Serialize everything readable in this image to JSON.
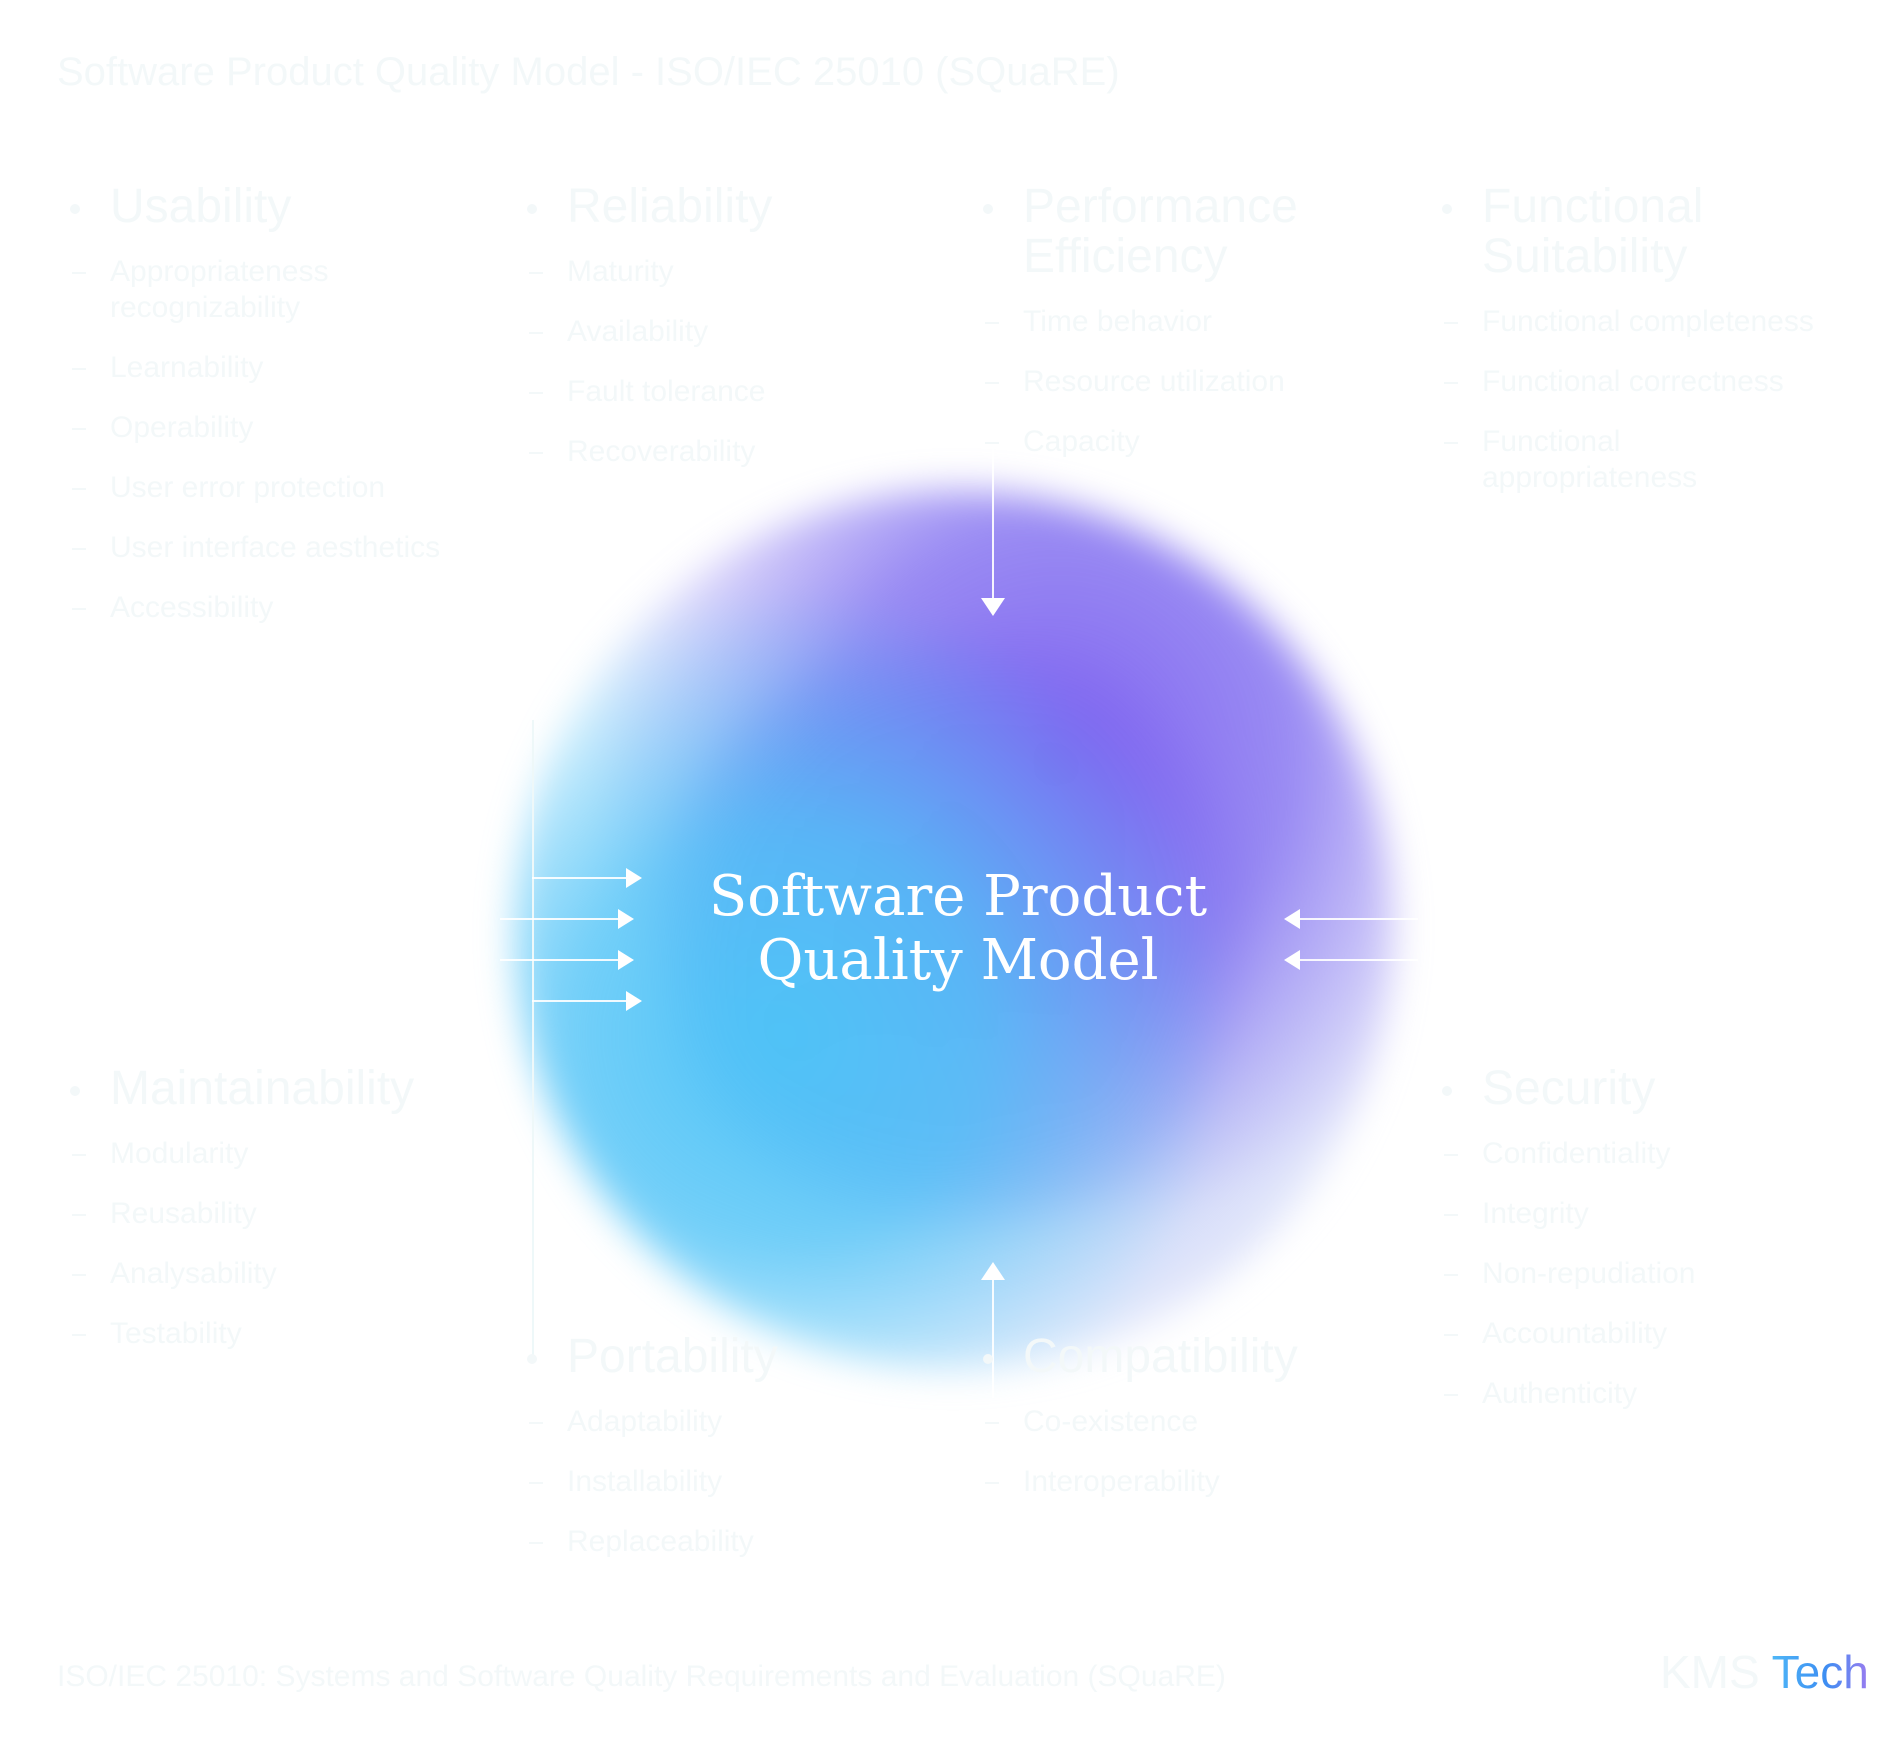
{
  "title": "Software Product Quality Model - ISO/IEC 25010 (SQuaRE)",
  "center": {
    "line1": "Software Product",
    "line2": "Quality Model"
  },
  "characteristics": {
    "usability": {
      "name": "Usability",
      "items": [
        "Appropriateness recognizability",
        "Learnability",
        "Operability",
        "User error protection",
        "User interface aesthetics",
        "Accessibility"
      ]
    },
    "reliability": {
      "name": "Reliability",
      "items": [
        "Maturity",
        "Availability",
        "Fault tolerance",
        "Recoverability"
      ]
    },
    "performance": {
      "name": "Performance Efficiency",
      "items": [
        "Time behavior",
        "Resource utilization",
        "Capacity"
      ]
    },
    "functional": {
      "name": "Functional Suitability",
      "items": [
        "Functional completeness",
        "Functional correctness",
        "Functional appropriateness"
      ]
    },
    "maintainability": {
      "name": "Maintainability",
      "items": [
        "Modularity",
        "Reusability",
        "Analysability",
        "Testability"
      ]
    },
    "portability": {
      "name": "Portability",
      "items": [
        "Adaptability",
        "Installability",
        "Replaceability"
      ]
    },
    "compatibility": {
      "name": "Compatibility",
      "items": [
        "Co-existence",
        "Interoperability"
      ]
    },
    "security": {
      "name": "Security",
      "items": [
        "Confidentiality",
        "Integrity",
        "Non-repudiation",
        "Accountability",
        "Authenticity"
      ]
    }
  },
  "caption": "ISO/IEC 25010: Systems and Software Quality Requirements and Evaluation (SQuaRE)",
  "logo": {
    "prefix": "KMS",
    "suffix": "Tech"
  },
  "colors": {
    "purple": "#7b6cf0",
    "cyan": "#4fc3f7",
    "faint_text": "#f3f8f9"
  }
}
